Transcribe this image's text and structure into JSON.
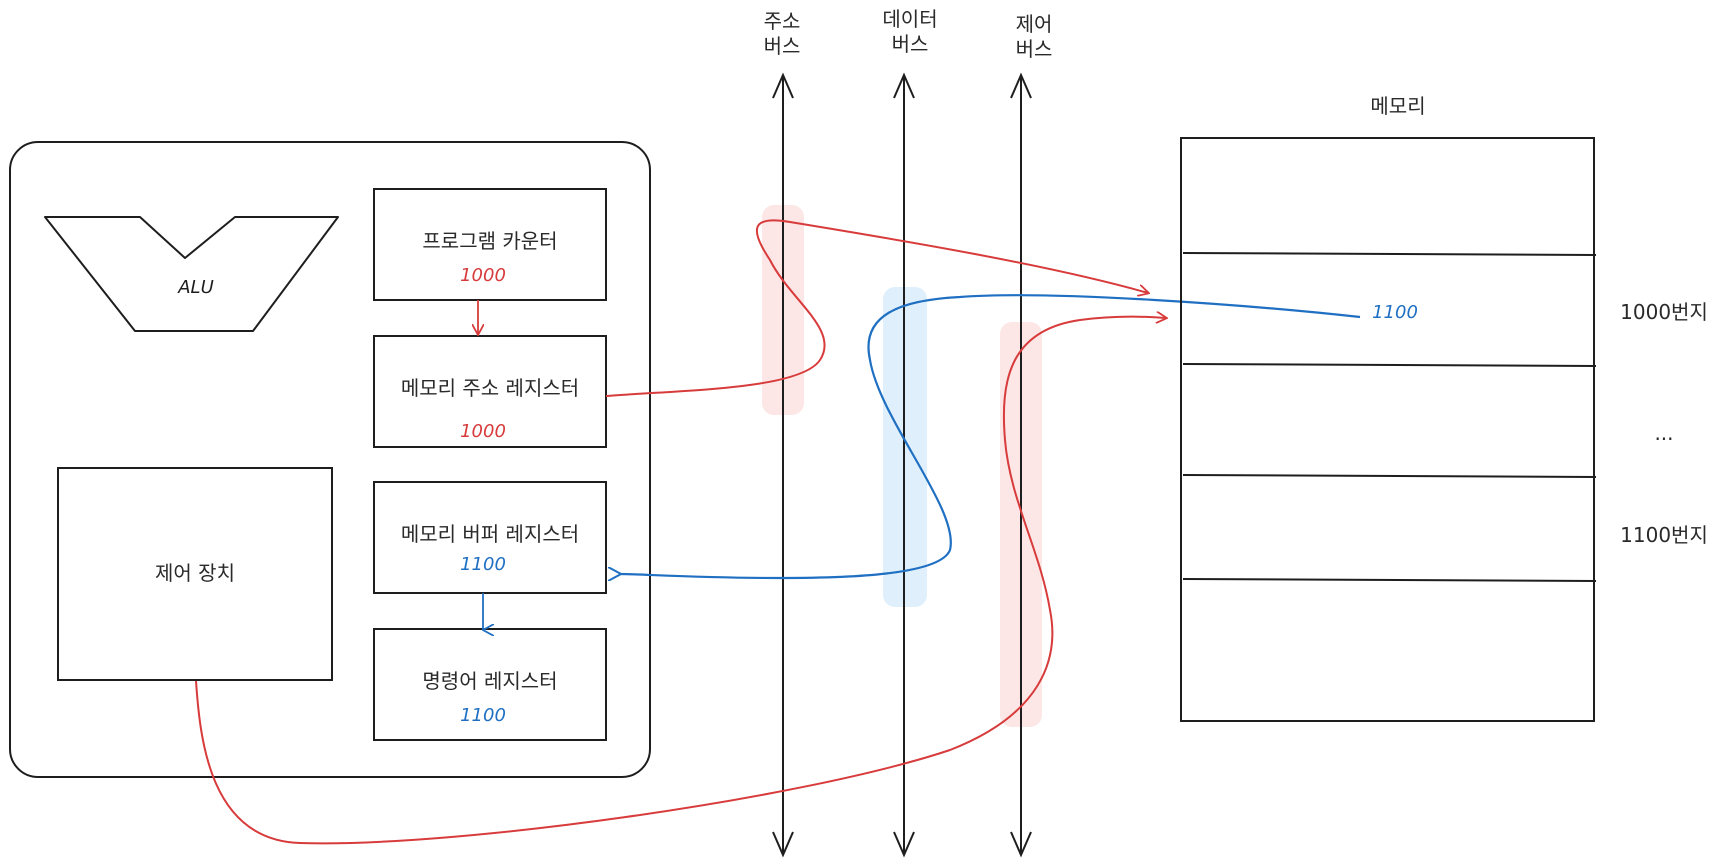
{
  "cpu": {
    "alu_label": "ALU",
    "control_unit_label": "제어 장치",
    "registers": {
      "pc_label": "프로그램 카운터",
      "pc_value": "1000",
      "mar_label": "메모리 주소 레지스터",
      "mar_value": "1000",
      "mbr_label": "메모리 버퍼 레지스터",
      "mbr_value": "1100",
      "ir_label": "명령어 레지스터",
      "ir_value": "1100"
    }
  },
  "buses": {
    "address": [
      "주소",
      "버스"
    ],
    "data": [
      "데이터",
      "버스"
    ],
    "control": [
      "제어",
      "버스"
    ]
  },
  "memory": {
    "title": "메모리",
    "cell_value": "1100",
    "addr_1000": "1000번지",
    "ellipsis": "...",
    "addr_1100": "1100번지"
  },
  "colors": {
    "red": "#d83b3b",
    "blue": "#1f6fc2",
    "stroke": "#1e1e1e",
    "red_highlight": "#fde3e3",
    "blue_highlight": "#dceefc"
  }
}
